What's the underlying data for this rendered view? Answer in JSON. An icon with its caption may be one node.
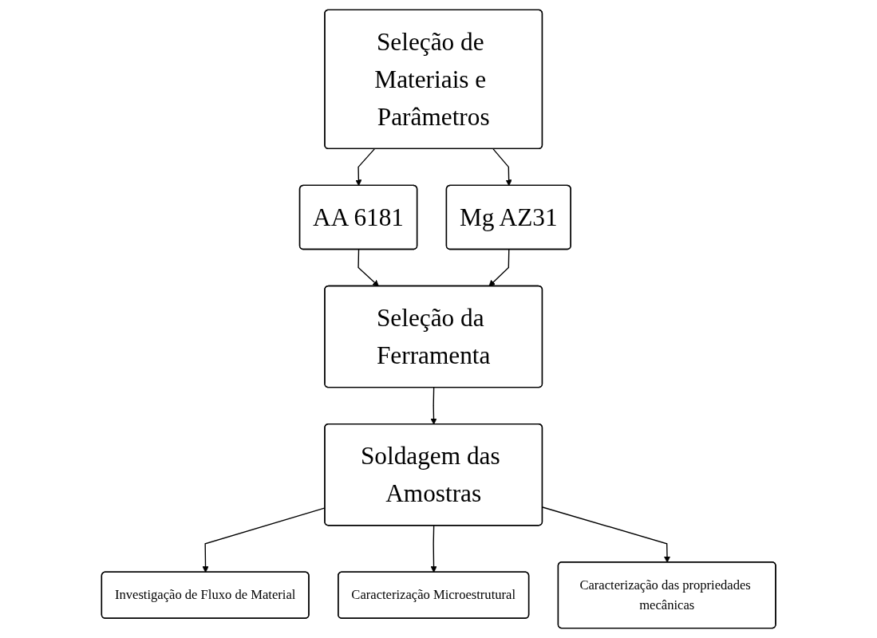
{
  "diagram": {
    "nodes": [
      {
        "text": [
          "Seleção de Materiais e Parâmetros"
        ]
      },
      {
        "text": [
          "AA 6181"
        ]
      },
      {
        "text": [
          "Mg AZ31"
        ]
      },
      {
        "text": [
          "Seleção da Ferramenta"
        ]
      },
      {
        "text": [
          "Soldagem das Amostras"
        ]
      },
      {
        "text": [
          "Investigação de Fluxo de Material"
        ]
      },
      {
        "text": [
          "Caracterização Microestrutural"
        ]
      },
      {
        "text": [
          "Caracterização das propriedades mecânicas"
        ]
      }
    ],
    "edges": [
      {
        "from": 0,
        "to": 1,
        "arrow": "to"
      },
      {
        "from": 0,
        "to": 2,
        "arrow": "to"
      },
      {
        "from": 1,
        "to": 3,
        "arrow": "to"
      },
      {
        "from": 2,
        "to": 3,
        "arrow": "to"
      },
      {
        "from": 3,
        "to": 4,
        "arrow": "to"
      },
      {
        "from": 4,
        "to": 5,
        "arrow": "to"
      },
      {
        "from": 4,
        "to": 6,
        "arrow": "to"
      },
      {
        "from": 4,
        "to": 7,
        "arrow": "to"
      }
    ]
  }
}
